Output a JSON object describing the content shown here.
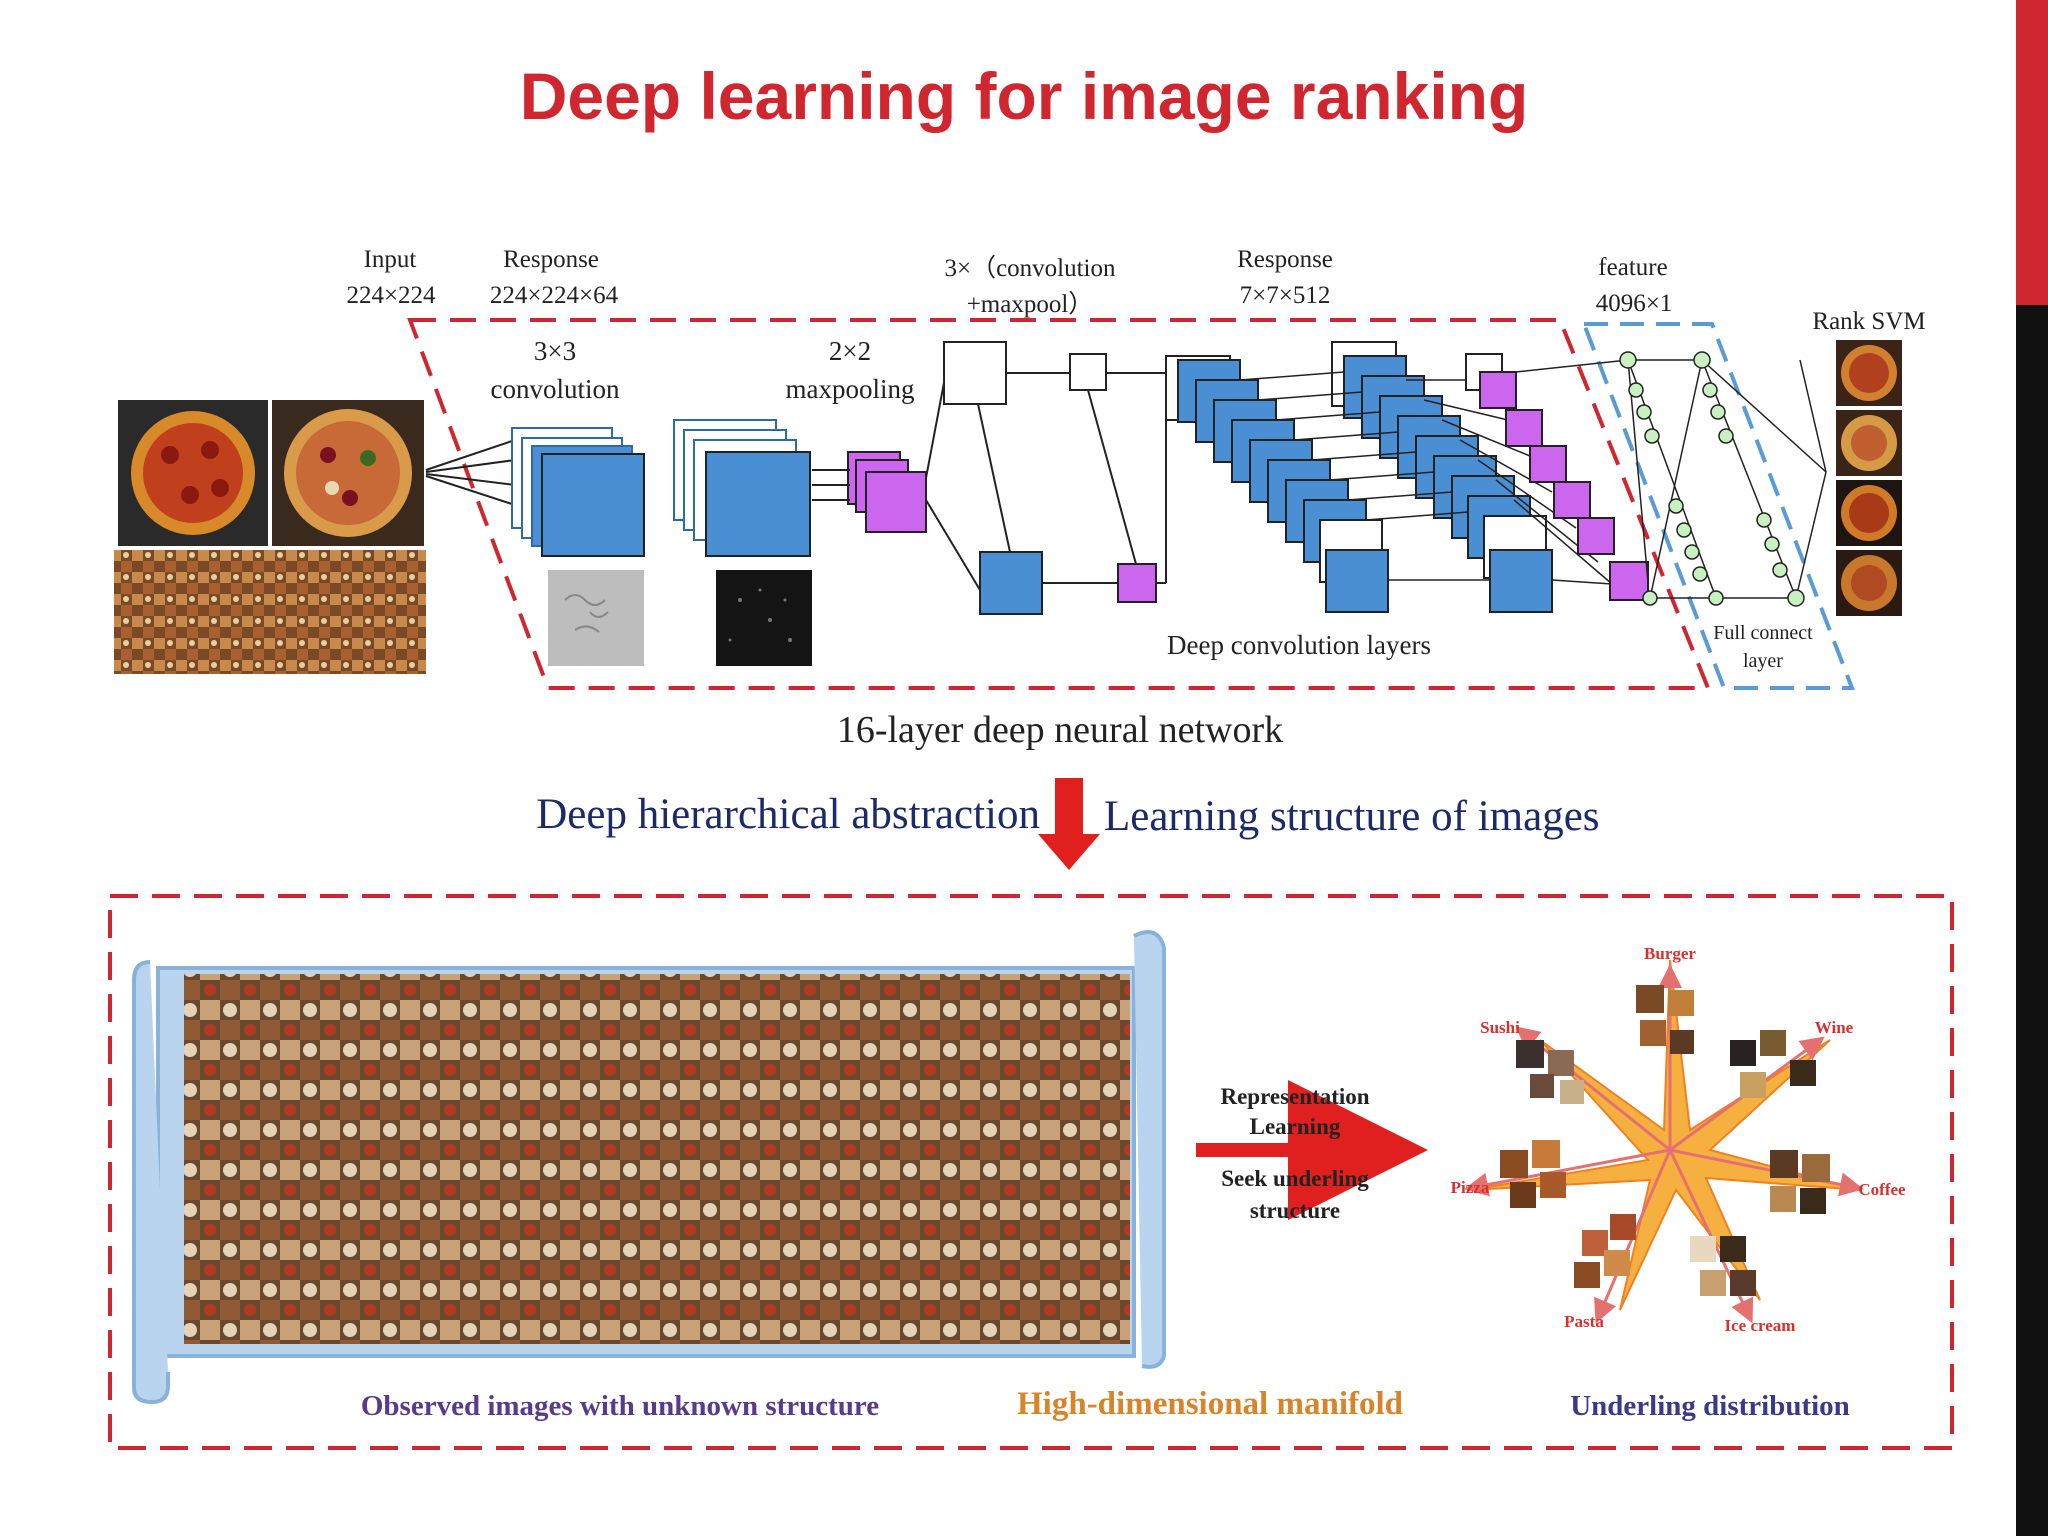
{
  "title": "Deep learning for image ranking",
  "network": {
    "input_label": "Input",
    "input_size": "224×224",
    "response1_label": "Response",
    "response1_size": "224×224×64",
    "conv_line1": "3×3",
    "conv_line2": "convolution",
    "pool_line1": "2×2",
    "pool_line2": "maxpooling",
    "block_line1": "3×（convolution",
    "block_line2": "+maxpool）",
    "response2_label": "Response",
    "response2_size": "7×7×512",
    "feature_label": "feature",
    "feature_size": "4096×1",
    "rank_label": "Rank SVM",
    "deep_conv_label": "Deep convolution layers",
    "fc_line1": "Full connect",
    "fc_line2": "layer",
    "caption": "16-layer deep neural network"
  },
  "abstraction": {
    "left": "Deep hierarchical abstraction",
    "right": "Learning structure of images"
  },
  "manifold": {
    "repr_line1": "Representation",
    "repr_line2": "Learning",
    "seek_line1": "Seek underling",
    "seek_line2": "structure",
    "observed_label": "Observed images with unknown structure",
    "manifold_label": "High-dimensional manifold",
    "distribution_label": "Underling distribution"
  },
  "star_labels": {
    "burger": "Burger",
    "sushi": "Sushi",
    "wine": "Wine",
    "pizza": "Pizza",
    "coffee": "Coffee",
    "pasta": "Pasta",
    "ice_cream": "Ice cream"
  },
  "colors": {
    "title": "#d0262f",
    "conv_blue": "#4a8fd4",
    "pool_purple": "#cc66ee",
    "dash_red": "#d0262f",
    "dash_blue": "#5a9bd5",
    "observed_text": "#5a3a8a",
    "manifold_text": "#d8842a",
    "distribution_text": "#3a3a8a",
    "star_fill": "#f5b040",
    "arrow_red": "#e0201f"
  }
}
